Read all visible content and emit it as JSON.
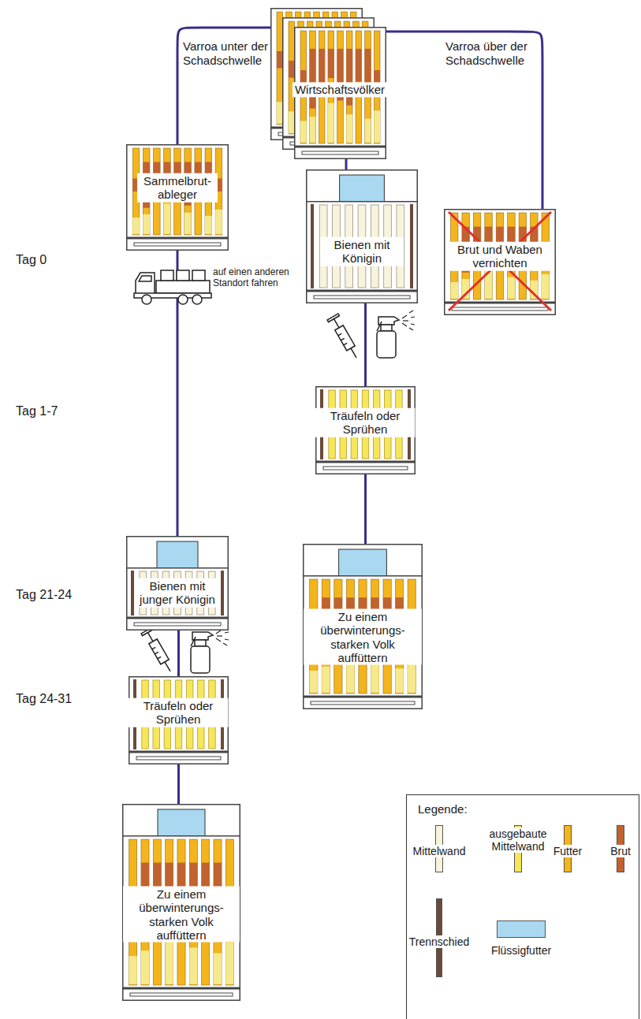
{
  "diagram": {
    "nodes": [
      {
        "text": [
          "Wirtschaftsvölker"
        ]
      },
      {
        "text": [
          "Sammelbrut-ableger"
        ]
      },
      {
        "text": [
          "Bienen mit Königin"
        ]
      },
      {
        "text": [
          "Brut und Waben vernichten"
        ]
      },
      {
        "text": [
          "Träufeln oder Sprühen"
        ]
      },
      {
        "text": [
          "Bienen mit junger Königin"
        ]
      },
      {
        "text": [
          "Zu einem überwinterungs-starken Volk auffüttern"
        ]
      },
      {
        "text": [
          "Träufeln oder Sprühen"
        ]
      },
      {
        "text": [
          "Zu einem überwinterungs-starken Volk auffüttern"
        ]
      }
    ],
    "edges": [
      {
        "from": 0,
        "to": 1,
        "arrow": "none"
      },
      {
        "from": 0,
        "to": 2,
        "arrow": "none"
      },
      {
        "from": 0,
        "to": 3,
        "arrow": "none"
      },
      {
        "from": 2,
        "to": 4,
        "arrow": "none"
      },
      {
        "from": 4,
        "to": 6,
        "arrow": "none"
      },
      {
        "from": 1,
        "to": 5,
        "arrow": "none"
      },
      {
        "from": 5,
        "to": 7,
        "arrow": "none"
      },
      {
        "from": 7,
        "to": 8,
        "arrow": "none"
      }
    ],
    "labels": [
      "Varroa unter der Schadschwelle",
      "Varroa über der Schadschwelle",
      "Tag 0",
      "auf einen anderen Standort fahren",
      "Tag 1-7",
      "Tag 21-24",
      "Tag 24-31",
      "Legende:"
    ],
    "legend": [
      {
        "text": "Mittelwand",
        "color": "#f8f3dc"
      },
      {
        "text": "ausgebaute Mittelwand",
        "color": "#f5e65a"
      },
      {
        "text": "Futter",
        "color": "#f3b51b"
      },
      {
        "text": "Brut",
        "color": "#c1622f"
      },
      {
        "text": "Trennschied",
        "color": "#6b4a3a"
      },
      {
        "text": "Flüssigfutter",
        "color": "#a9d8f0"
      }
    ]
  }
}
